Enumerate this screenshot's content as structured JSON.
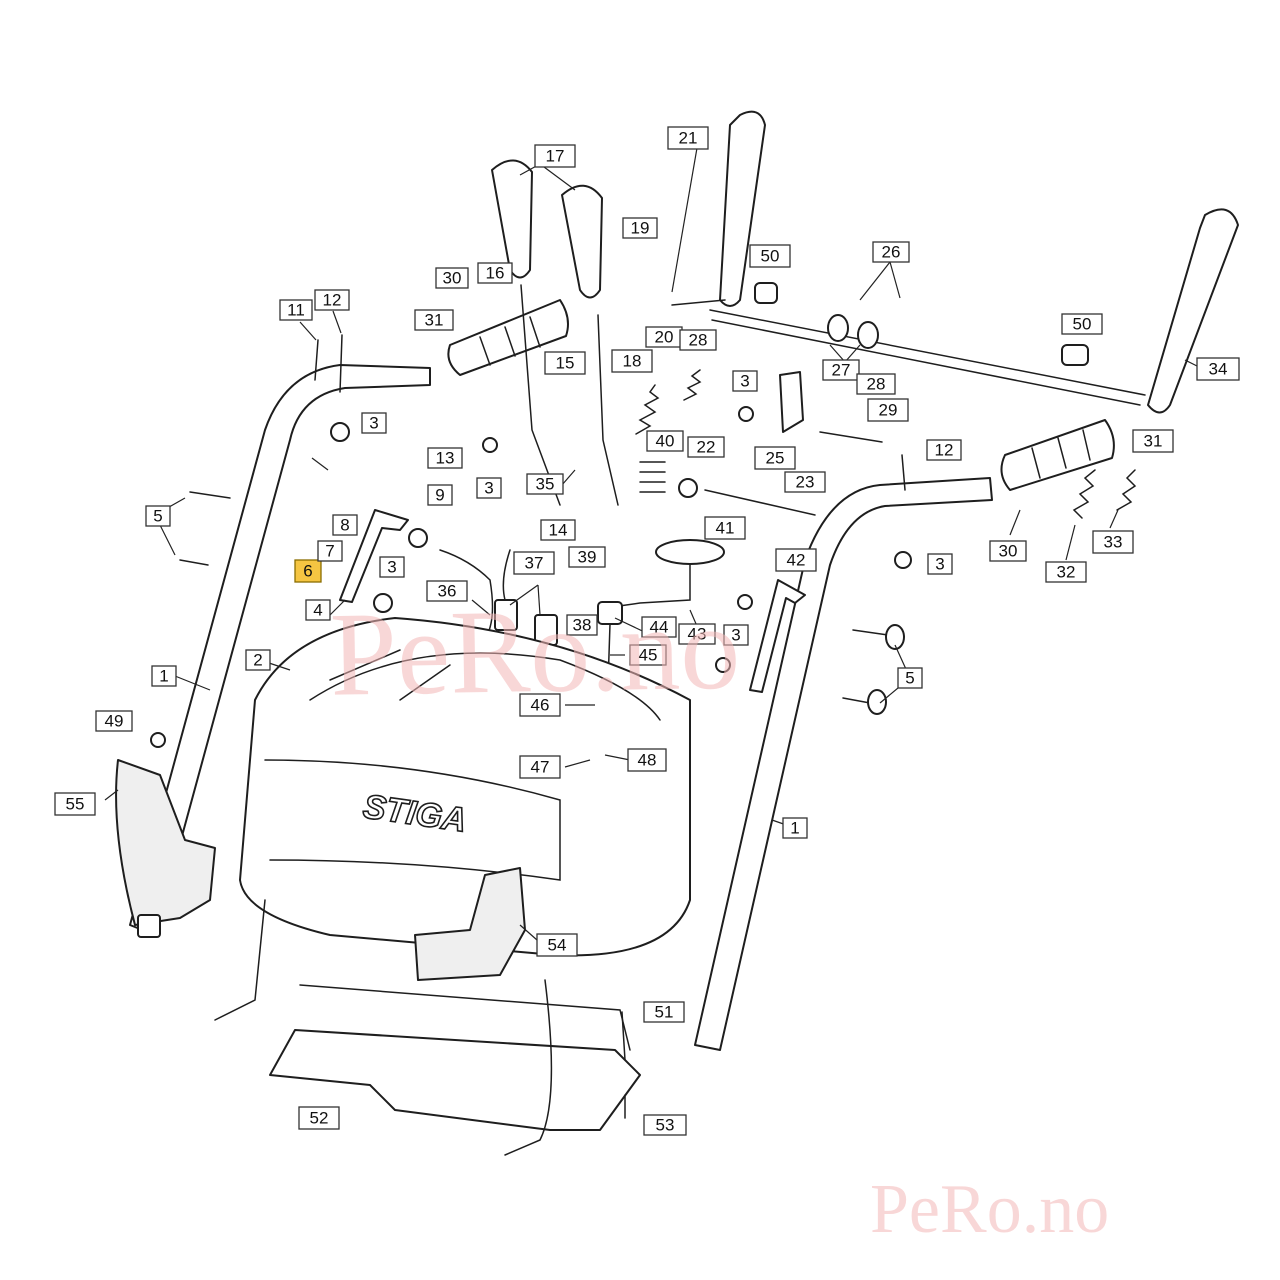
{
  "diagram": {
    "brand_text": "STIGA",
    "watermark": "PeRo.no",
    "highlighted_callout": "6",
    "callouts": [
      "1",
      "1",
      "2",
      "3",
      "3",
      "3",
      "3",
      "3",
      "3",
      "4",
      "5",
      "5",
      "6",
      "7",
      "8",
      "9",
      "11",
      "12",
      "12",
      "13",
      "14",
      "15",
      "16",
      "17",
      "18",
      "19",
      "20",
      "21",
      "22",
      "23",
      "25",
      "26",
      "27",
      "28",
      "28",
      "29",
      "30",
      "30",
      "31",
      "31",
      "32",
      "33",
      "34",
      "35",
      "36",
      "37",
      "38",
      "39",
      "40",
      "41",
      "42",
      "43",
      "44",
      "45",
      "46",
      "47",
      "48",
      "49",
      "50",
      "50",
      "51",
      "52",
      "53",
      "54",
      "55"
    ]
  }
}
